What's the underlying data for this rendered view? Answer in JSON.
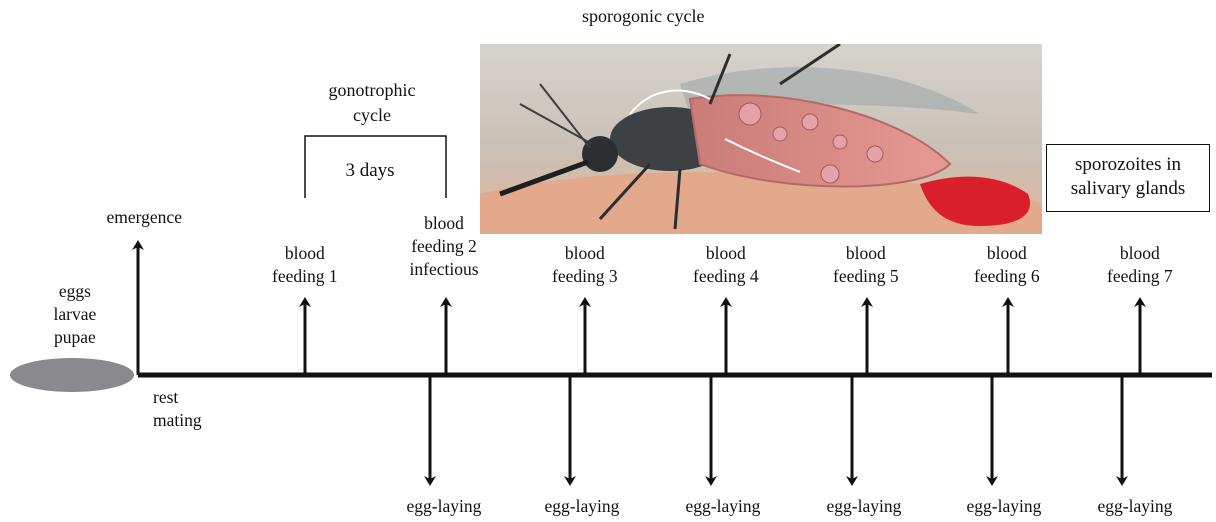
{
  "title": "sporogonic cycle",
  "gonotrophic": {
    "title_lines": [
      "gonotrophic",
      "cycle"
    ],
    "duration": "3 days"
  },
  "sporozoites_box": {
    "lines": [
      "sporozoites in",
      "salivary glands"
    ]
  },
  "emergence": "emergence",
  "stages": {
    "lines": [
      "eggs",
      "larvae",
      "pupae"
    ]
  },
  "rest": {
    "lines": [
      "rest",
      "mating"
    ]
  },
  "blood_feedings": [
    {
      "lines": [
        "blood",
        "feeding 1"
      ]
    },
    {
      "lines": [
        "blood",
        "feeding 2",
        "infectious"
      ]
    },
    {
      "lines": [
        "blood",
        "feeding 3"
      ]
    },
    {
      "lines": [
        "blood",
        "feeding 4"
      ]
    },
    {
      "lines": [
        "blood",
        "feeding 5"
      ]
    },
    {
      "lines": [
        "blood",
        "feeding 6"
      ]
    },
    {
      "lines": [
        "blood",
        "feeding 7"
      ]
    }
  ],
  "egg_laying": [
    "egg-laying",
    "egg-laying",
    "egg-laying",
    "egg-laying",
    "egg-laying",
    "egg-laying"
  ],
  "colors": {
    "line": "#111111",
    "ellipse": "#8a8a8e",
    "blood": "#d9202a",
    "skin": "#e9b59a"
  }
}
